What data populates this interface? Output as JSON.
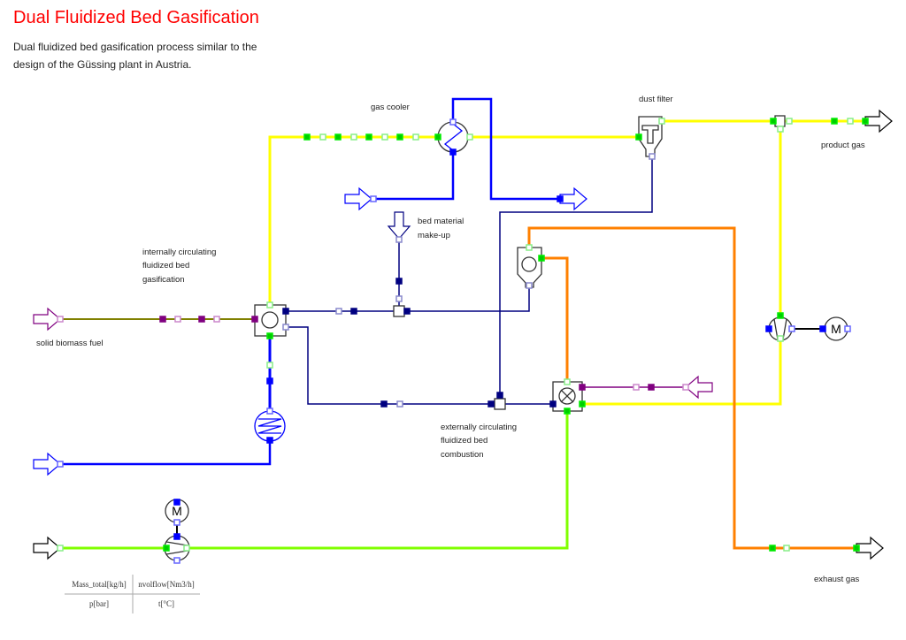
{
  "title": "Dual Fluidized Bed Gasification",
  "description": "Dual fluidized bed gasification process similar to the design of the Güssing plant in Austria.",
  "labels": {
    "gas_cooler": "gas cooler",
    "dust_filter": "dust filter",
    "product_gas": "product gas",
    "bed_material_1": "bed material",
    "bed_material_2": "make-up",
    "gasifier_1": "internally circulating",
    "gasifier_2": "fluidized bed",
    "gasifier_3": "gasification",
    "biomass": "solid biomass fuel",
    "combustion_1": "externally circulating",
    "combustion_2": "fluidized bed",
    "combustion_3": "combustion",
    "exhaust": "exhaust gas"
  },
  "legend": {
    "tl": "Mass_total[kg/h]",
    "tr": "nvolflow[Nm3/h]",
    "bl": "p[bar]",
    "br": "t[°C]"
  },
  "colors": {
    "title": "#ff0000",
    "product_gas": "#ffff00",
    "water": "#0000ff",
    "solids": "#000080",
    "flue_gas": "#ff8000",
    "air": "#80ff00",
    "biomass": "#800080"
  }
}
